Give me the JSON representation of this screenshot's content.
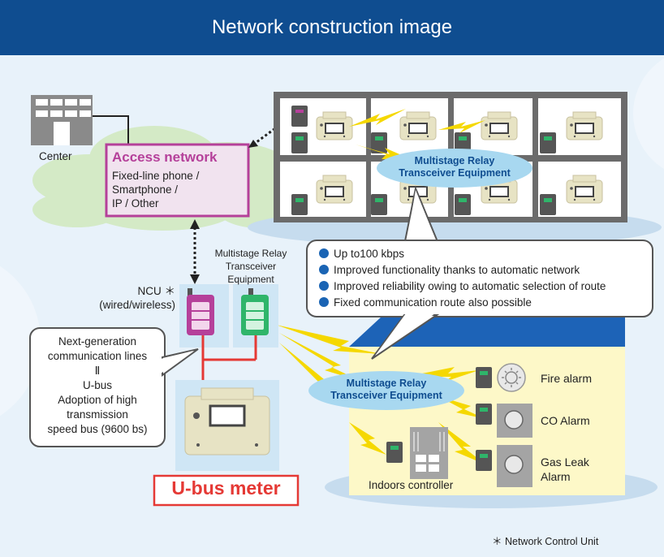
{
  "title": "Network construction image",
  "center_label": "Center",
  "access_network": {
    "title": "Access network",
    "lines": [
      "Fixed-line phone /",
      "Smartphone /",
      "IP / Other"
    ]
  },
  "relay_top_label": [
    "Multistage Relay",
    "Transceiver Equipment"
  ],
  "relay_house_label": [
    "Multistage Relay",
    "Transceiver Equipment"
  ],
  "relay_device_label": [
    "Multistage Relay",
    "Transceiver",
    "Equipment"
  ],
  "ncu_label": [
    "NCU ＊",
    "(wired/wireless)"
  ],
  "features": [
    "Up to100 kbps",
    "Improved functionality thanks to automatic network",
    "Improved reliability owing to automatic selection of route",
    "Fixed communication route also possible"
  ],
  "ubus_note": [
    "Next-generation",
    "communication lines",
    "Ⅱ",
    "U-bus",
    "Adoption of high",
    "transmission",
    "speed bus (9600 bs)"
  ],
  "ubus_meter_label": "U-bus meter",
  "alarms": {
    "fire": "Fire alarm",
    "co": "CO Alarm",
    "gas": [
      "Gas Leak",
      "Alarm"
    ]
  },
  "indoors_controller": "Indoors controller",
  "footnote": "＊ Network Control Unit",
  "colors": {
    "title_bar": "#0f4d90",
    "background": "#e8f2fa",
    "access_network_border": "#b5409a",
    "access_network_title": "#b5409a",
    "ubus_meter": "#e53935",
    "relay_ellipse": "#a8d8f0",
    "relay_text": "#0f4d90",
    "bullet": "#1a64b4",
    "lightning": "#f5d800",
    "roof": "#1d63b7",
    "house_wall": "#fdf8c8"
  }
}
